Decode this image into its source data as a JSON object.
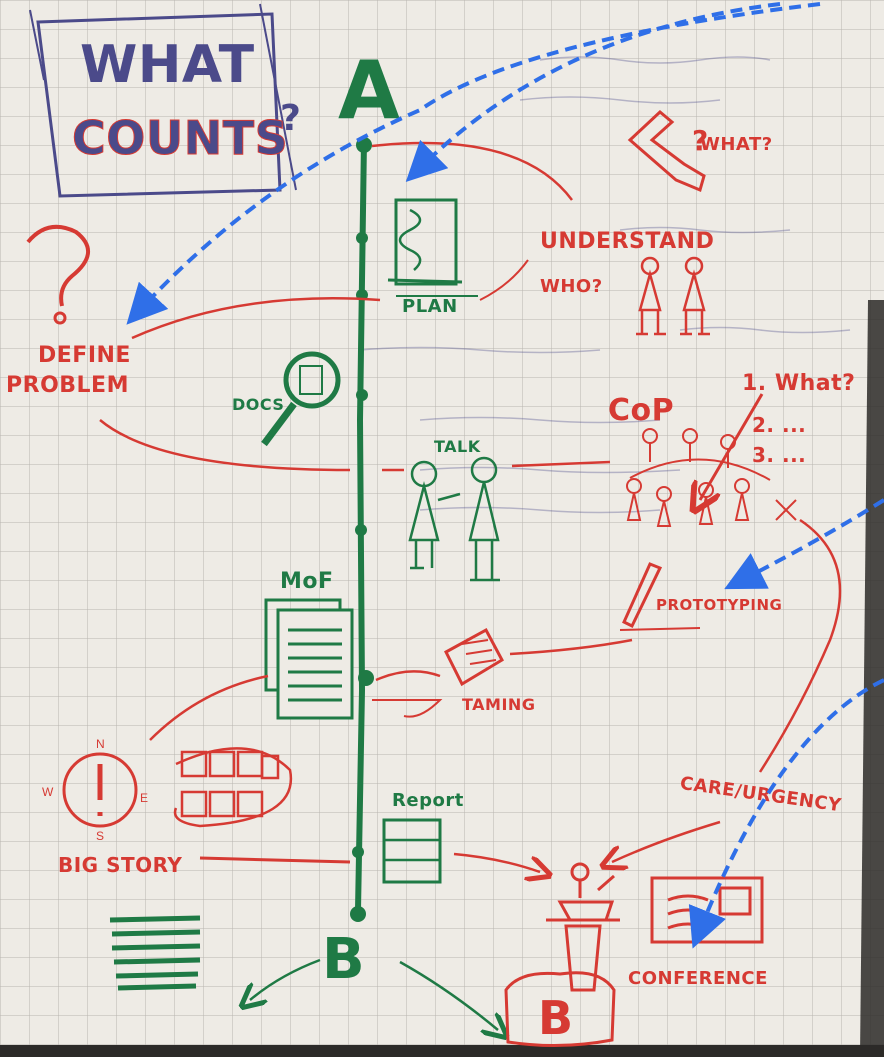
{
  "title": {
    "line1": "WHAT",
    "line2": "COUNTS"
  },
  "axis": {
    "start": "A",
    "end": "B"
  },
  "labels": {
    "plan": "PLAN",
    "understand": "UNDERSTAND",
    "who": "WHO?",
    "what": "WHAT?",
    "define": "DEFINE",
    "problem": "PROBLEM",
    "docs": "DOCS",
    "talk": "TALK",
    "cop": "CoP",
    "cop_list": [
      "1. What?",
      "2. ...",
      "3. ..."
    ],
    "mof": "MoF",
    "taming": "TAMING",
    "prototyping": "PROTOTYPING",
    "care": "CARE/URGENCY",
    "report": "Report",
    "bigstory": "BIG STORY",
    "conference": "CONFERENCE",
    "compass": {
      "n": "N",
      "w": "W",
      "e": "E",
      "s": "S"
    },
    "b_box": "B"
  },
  "colors": {
    "green": "#1f7a45",
    "red": "#d63a33",
    "blue": "#2f6fe8",
    "paper": "#eeebe5",
    "grid": "#b8b5b0",
    "purple": "#4b4a8a"
  }
}
